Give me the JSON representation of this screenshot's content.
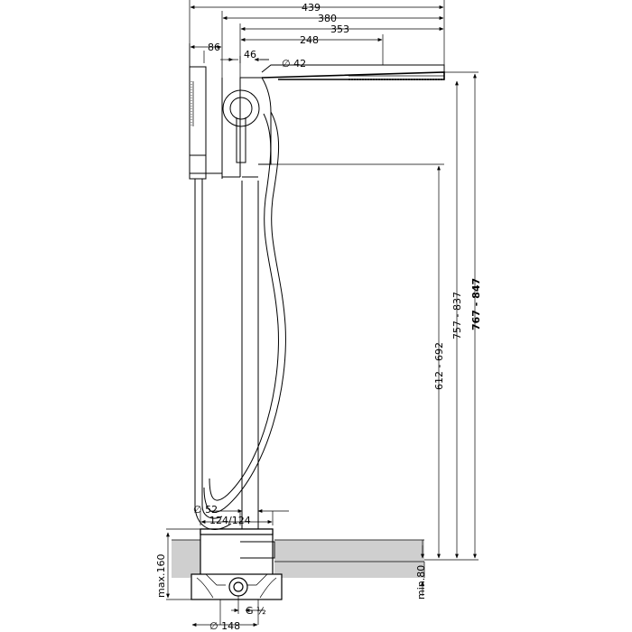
{
  "dimensions": {
    "width_439": "439",
    "width_380": "380",
    "width_353": "353",
    "width_248": "248",
    "width_86": "86",
    "width_46": "46",
    "diameter_42": "∅ 42",
    "height_612_692": "612 - 692",
    "height_757_837": "757 - 837",
    "height_767_847": "767 - 847",
    "diameter_52": "∅ 52",
    "spacing_124_124": "124/124",
    "max_160": "max.160",
    "min_80": "min.80",
    "thread_g_half": "G ½",
    "diameter_148": "∅ 148"
  }
}
